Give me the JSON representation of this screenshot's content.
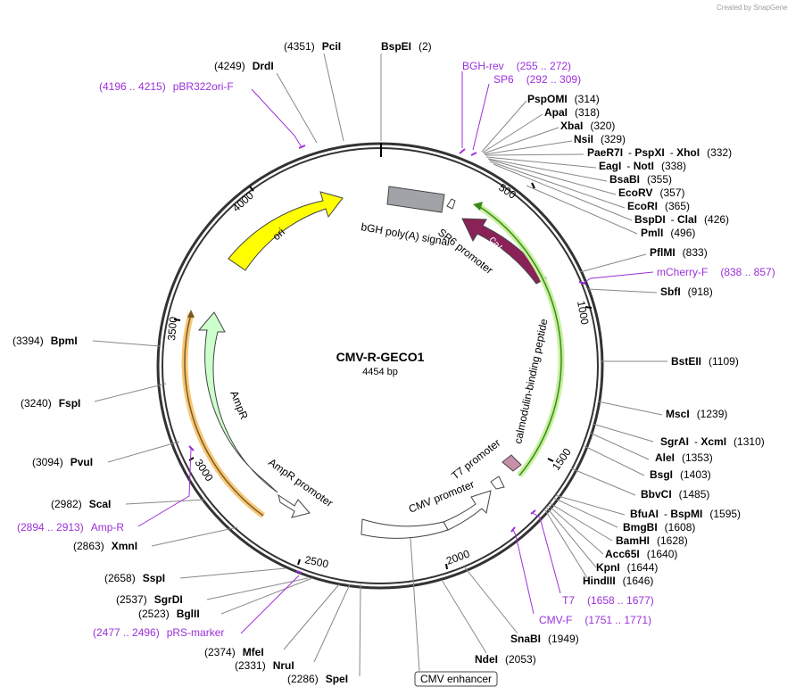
{
  "plasmid": {
    "name": "CMV-R-GECO1",
    "length": "4454 bp"
  },
  "credit": "Created by SnapGene",
  "ticks": [
    "500",
    "1000",
    "1500",
    "2000",
    "2500",
    "3000",
    "3500",
    "4000"
  ],
  "features": {
    "ori": "ori",
    "ampr": "AmpR",
    "ampr_promoter": "AmpR promoter",
    "bgh": "bGH poly(A) signal",
    "sp6_promoter": "SP6 promoter",
    "calmodulin": "calmodulin",
    "cbp": "calmodulin-binding peptide",
    "t7_promoter": "T7 promoter",
    "cmv_promoter": "CMV promoter",
    "cmv_enhancer": "CMV enhancer"
  },
  "enzymes": [
    {
      "id": "bspei",
      "name": "BspEI",
      "pos": "(2)"
    },
    {
      "id": "psii",
      "name": "PciI",
      "pos": "(4351)"
    },
    {
      "id": "drdi",
      "name": "DrdI",
      "pos": "(4249)"
    },
    {
      "id": "pspomi",
      "name": "PspOMI",
      "pos": "(314)"
    },
    {
      "id": "apai",
      "name": "ApaI",
      "pos": "(318)"
    },
    {
      "id": "xbai",
      "name": "XbaI",
      "pos": "(320)"
    },
    {
      "id": "nsii",
      "name": "NsiI",
      "pos": "(329)"
    },
    {
      "id": "paer7i",
      "name": "PaeR7I",
      "extra": "PspXI",
      "extra2": "XhoI",
      "pos": "(332)"
    },
    {
      "id": "eagi",
      "name": "EagI",
      "extra": "NotI",
      "pos": "(338)"
    },
    {
      "id": "bsabi",
      "name": "BsaBI",
      "pos": "(355)"
    },
    {
      "id": "ecorv",
      "name": "EcoRV",
      "pos": "(357)"
    },
    {
      "id": "ecori",
      "name": "EcoRI",
      "pos": "(365)"
    },
    {
      "id": "bspdi",
      "name": "BspDI",
      "extra": "ClaI",
      "pos": "(426)"
    },
    {
      "id": "pmli",
      "name": "PmlI",
      "pos": "(496)"
    },
    {
      "id": "pflmi",
      "name": "PflMI",
      "pos": "(833)"
    },
    {
      "id": "sbfi",
      "name": "SbfI",
      "pos": "(918)"
    },
    {
      "id": "bsteii",
      "name": "BstEII",
      "pos": "(1109)"
    },
    {
      "id": "msci",
      "name": "MscI",
      "pos": "(1239)"
    },
    {
      "id": "sgrai",
      "name": "SgrAI",
      "extra": "XcmI",
      "pos": "(1310)"
    },
    {
      "id": "alei",
      "name": "AleI",
      "pos": "(1353)"
    },
    {
      "id": "bsgi",
      "name": "BsgI",
      "pos": "(1403)"
    },
    {
      "id": "bbvci",
      "name": "BbvCI",
      "pos": "(1485)"
    },
    {
      "id": "bfuai",
      "name": "BfuAI",
      "extra": "BspMI",
      "pos": "(1595)"
    },
    {
      "id": "bmgbi",
      "name": "BmgBI",
      "pos": "(1608)"
    },
    {
      "id": "bamhi",
      "name": "BamHI",
      "pos": "(1628)"
    },
    {
      "id": "acc65i",
      "name": "Acc65I",
      "pos": "(1640)"
    },
    {
      "id": "kpni",
      "name": "KpnI",
      "pos": "(1644)"
    },
    {
      "id": "hindiii",
      "name": "HindIII",
      "pos": "(1646)"
    },
    {
      "id": "snabi",
      "name": "SnaBI",
      "pos": "(1949)"
    },
    {
      "id": "ndei",
      "name": "NdeI",
      "pos": "(2053)"
    },
    {
      "id": "spei",
      "name": "SpeI",
      "pos": "(2286)"
    },
    {
      "id": "nrui",
      "name": "NruI",
      "pos": "(2331)"
    },
    {
      "id": "mfei",
      "name": "MfeI",
      "pos": "(2374)"
    },
    {
      "id": "bglii",
      "name": "BglII",
      "pos": "(2523)"
    },
    {
      "id": "sgrdi",
      "name": "SgrDI",
      "pos": "(2537)"
    },
    {
      "id": "sspi",
      "name": "SspI",
      "pos": "(2658)"
    },
    {
      "id": "xmni",
      "name": "XmnI",
      "pos": "(2863)"
    },
    {
      "id": "scai",
      "name": "ScaI",
      "pos": "(2982)"
    },
    {
      "id": "pvui",
      "name": "PvuI",
      "pos": "(3094)"
    },
    {
      "id": "fspi",
      "name": "FspI",
      "pos": "(3240)"
    },
    {
      "id": "bpmi",
      "name": "BpmI",
      "pos": "(3394)"
    }
  ],
  "primers": [
    {
      "id": "bghrev",
      "name": "BGH-rev",
      "range": "(255 .. 272)"
    },
    {
      "id": "sp6",
      "name": "SP6",
      "range": "(292 .. 309)"
    },
    {
      "id": "mcherryf",
      "name": "mCherry-F",
      "range": "(838 .. 857)"
    },
    {
      "id": "t7",
      "name": "T7",
      "range": "(1658 .. 1677)"
    },
    {
      "id": "cmvf",
      "name": "CMV-F",
      "range": "(1751 .. 1771)"
    },
    {
      "id": "prsmarker",
      "name": "pRS-marker",
      "range": "(2477 .. 2496)"
    },
    {
      "id": "ampr_primer",
      "name": "Amp-R",
      "range": "(2894 .. 2913)"
    },
    {
      "id": "pbr322ori",
      "name": "pBR322ori-F",
      "range": "(4196 .. 4215)"
    }
  ],
  "colors": {
    "ori": "#ffff00",
    "ampr": "#ccffcc",
    "calmodulin": "#8b2257",
    "cbp_outline": "#3a8a1a",
    "cbp_glow": "#c8f0a0",
    "ampr_primer_glow": "#f7c77a",
    "primer": "#9b30d9",
    "bgh": "#a0a4a8",
    "arrow_small": "#c890a8"
  }
}
